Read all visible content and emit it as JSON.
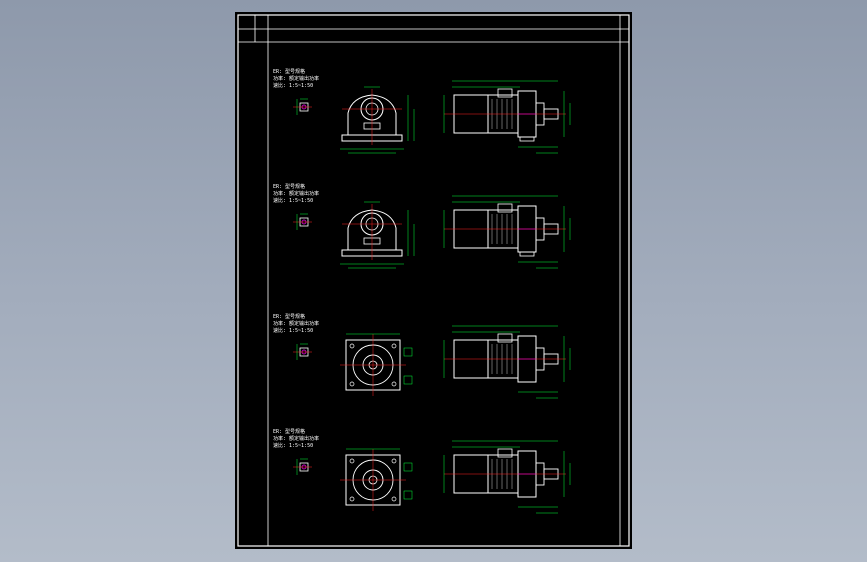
{
  "drawing": {
    "views": [
      {
        "id": "row-1",
        "title": "ER: 型号规格",
        "spec": "功率: 额定输出功率",
        "ratio": "速比: 1:5~1:50"
      },
      {
        "id": "row-2",
        "title": "ER: 型号规格",
        "spec": "功率: 额定输出功率",
        "ratio": "速比: 1:5~1:50"
      },
      {
        "id": "row-3",
        "title": "ER: 型号规格",
        "spec": "功率: 额定输出功率",
        "ratio": "速比: 1:5~1:50"
      },
      {
        "id": "row-4",
        "title": "ER: 型号规格",
        "spec": "功率: 额定输出功率",
        "ratio": "速比: 1:5~1:50"
      }
    ]
  },
  "colors": {
    "canvas": "#000000",
    "frame": "#ffffff",
    "outline": "#ffffff",
    "dimension": "#00ff3a",
    "centerline": "#ff2020",
    "hidden": "#ff00ff"
  }
}
